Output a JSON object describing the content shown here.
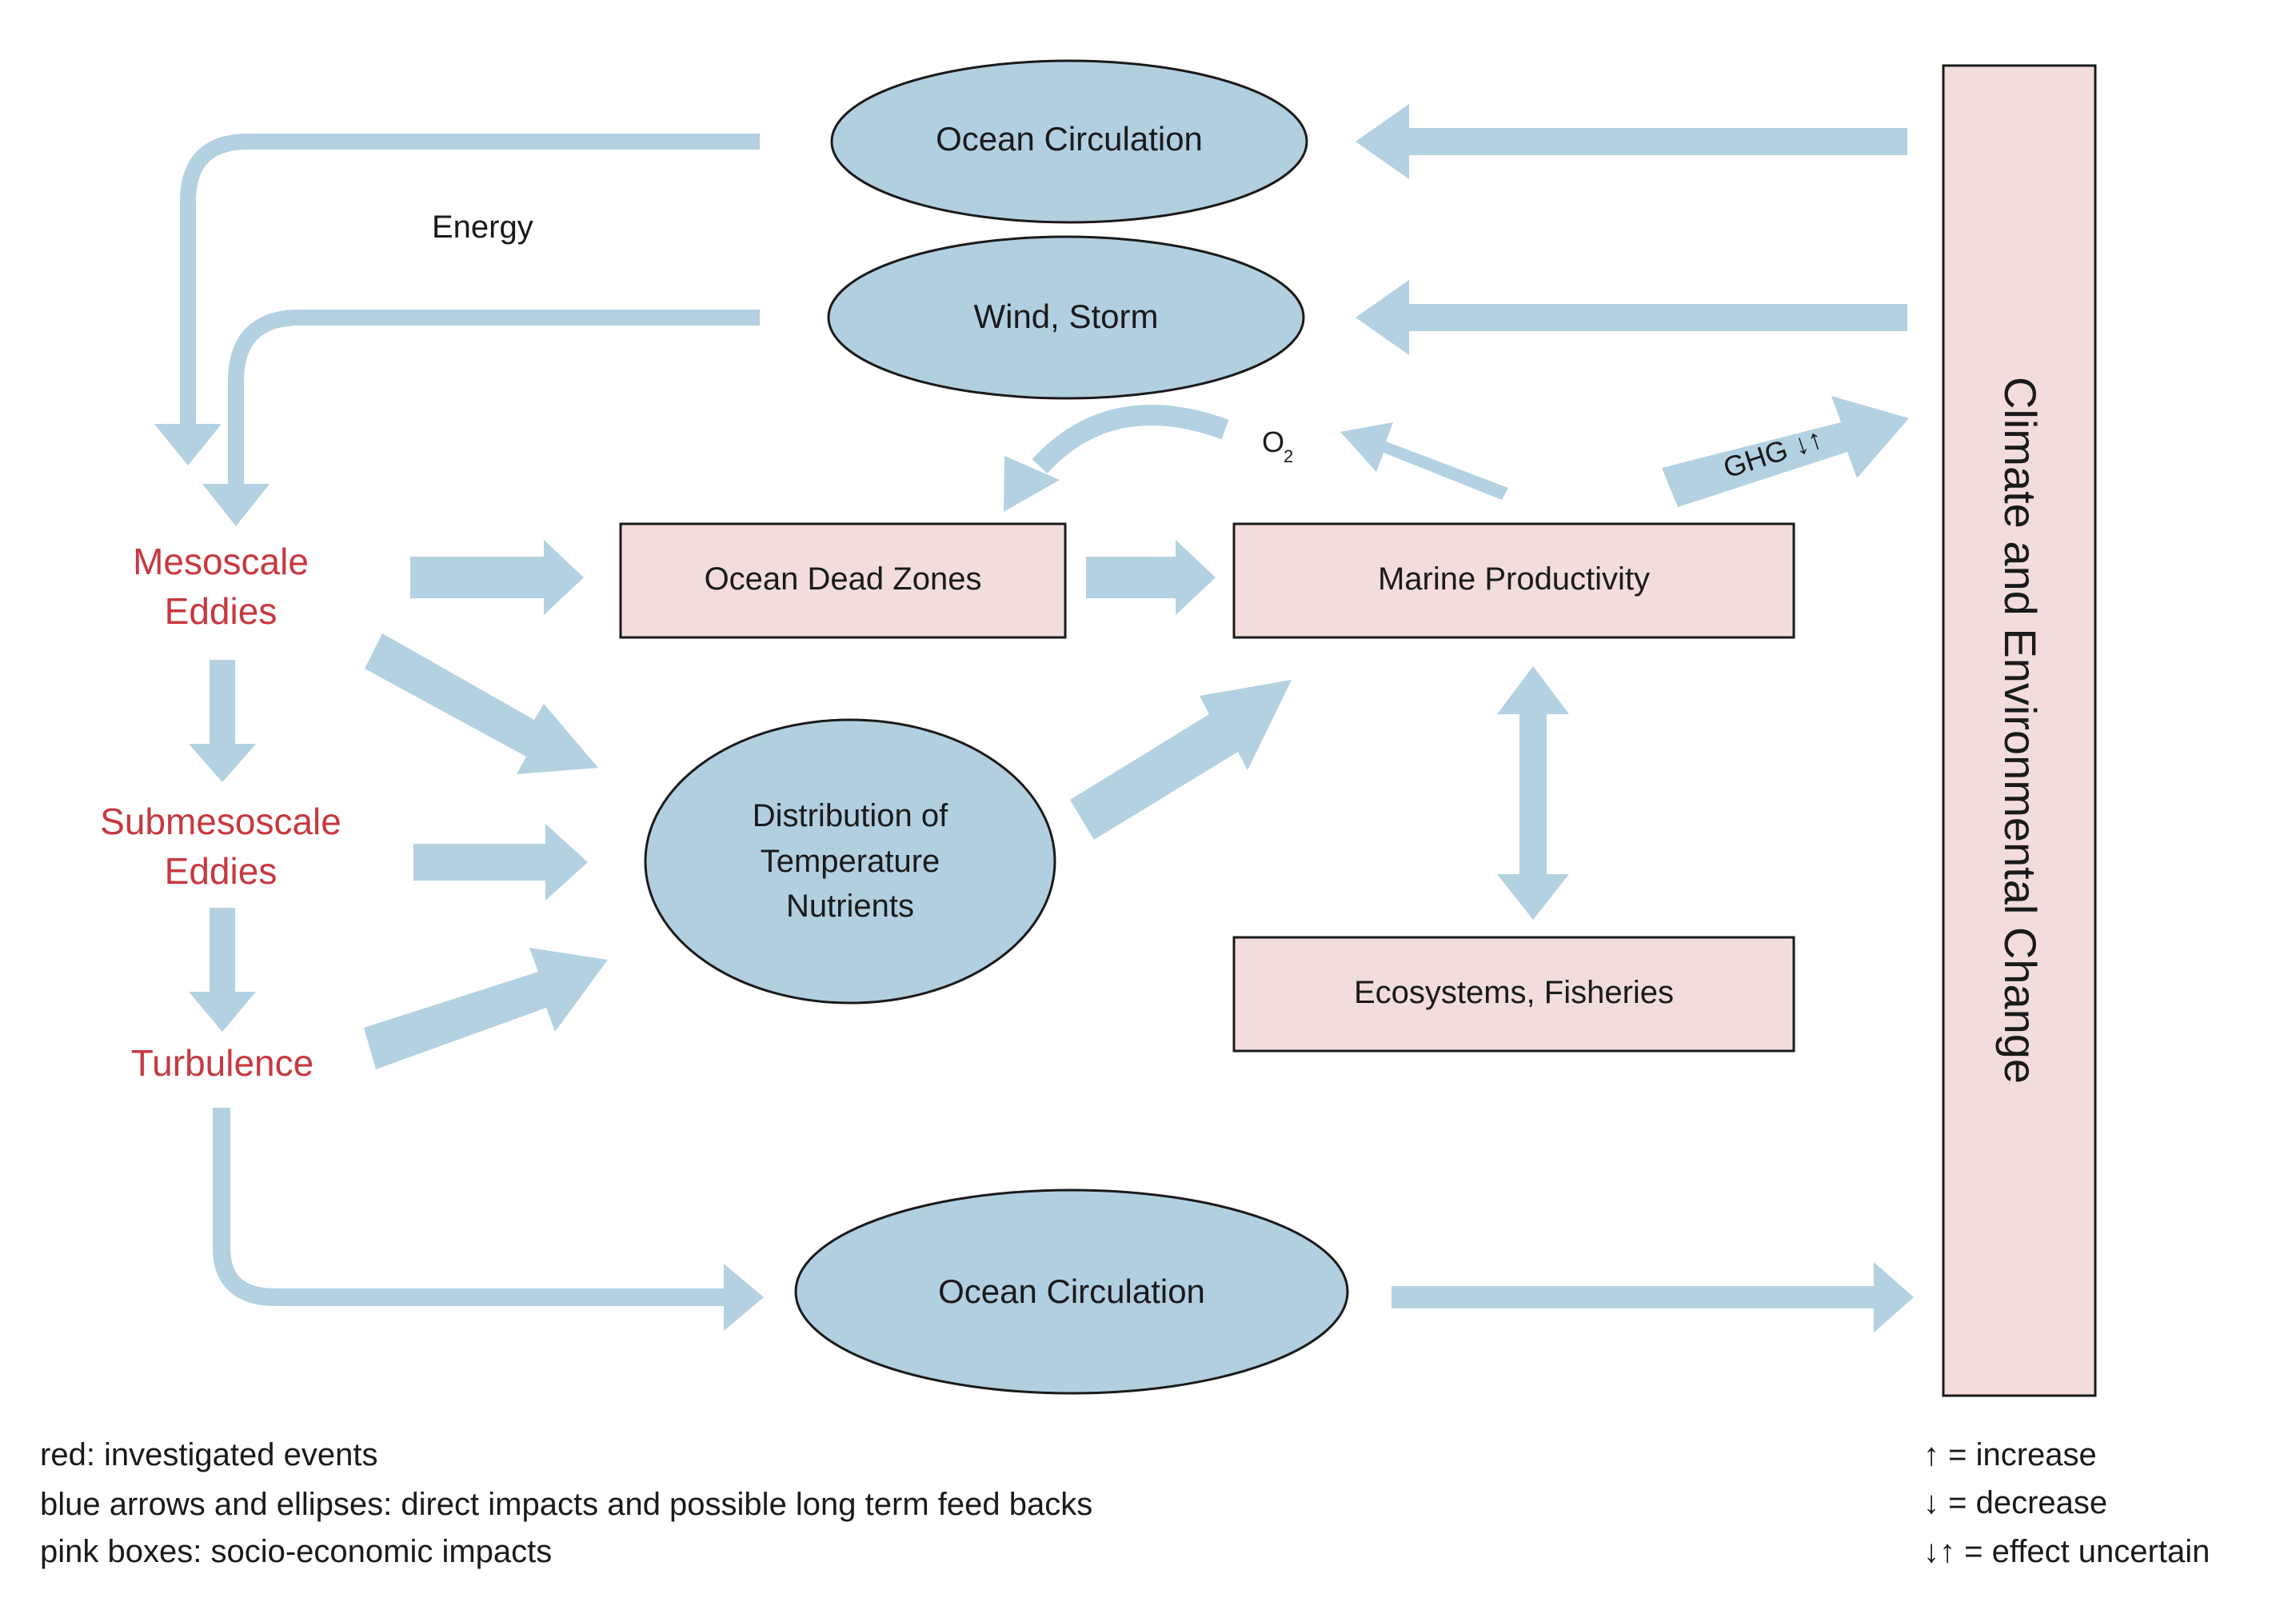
{
  "nodes": {
    "ocean_circulation_top": "Ocean Circulation",
    "wind_storm": "Wind, Storm",
    "ocean_dead_zones": "Ocean Dead Zones",
    "marine_productivity": "Marine Productivity",
    "distribution_line1": "Distribution of",
    "distribution_line2": "Temperature",
    "distribution_line3": "Nutrients",
    "ecosystems_fisheries": "Ecosystems, Fisheries",
    "ocean_circulation_bottom": "Ocean Circulation",
    "climate_change": "Climate and Environmental Change"
  },
  "events": {
    "mesoscale_line1": "Mesoscale",
    "mesoscale_line2": "Eddies",
    "submesoscale_line1": "Submesoscale",
    "submesoscale_line2": "Eddies",
    "turbulence": "Turbulence"
  },
  "labels": {
    "energy": "Energy",
    "o2_base": "O",
    "o2_sub": "2",
    "ghg": "GHG ↓↑"
  },
  "legend": {
    "red": "red: investigated events",
    "blue": "blue arrows and ellipses: direct impacts and possible long term feed backs",
    "pink": "pink boxes: socio-economic impacts",
    "increase": "↑ = increase",
    "decrease": "↓ = decrease",
    "uncertain": "↓↑ = effect uncertain"
  },
  "colors": {
    "arrow_blue": "#b3d1e1",
    "ellipse_blue": "#b2cfe0",
    "box_pink": "#f2dcdc",
    "event_red": "#c8383f"
  }
}
